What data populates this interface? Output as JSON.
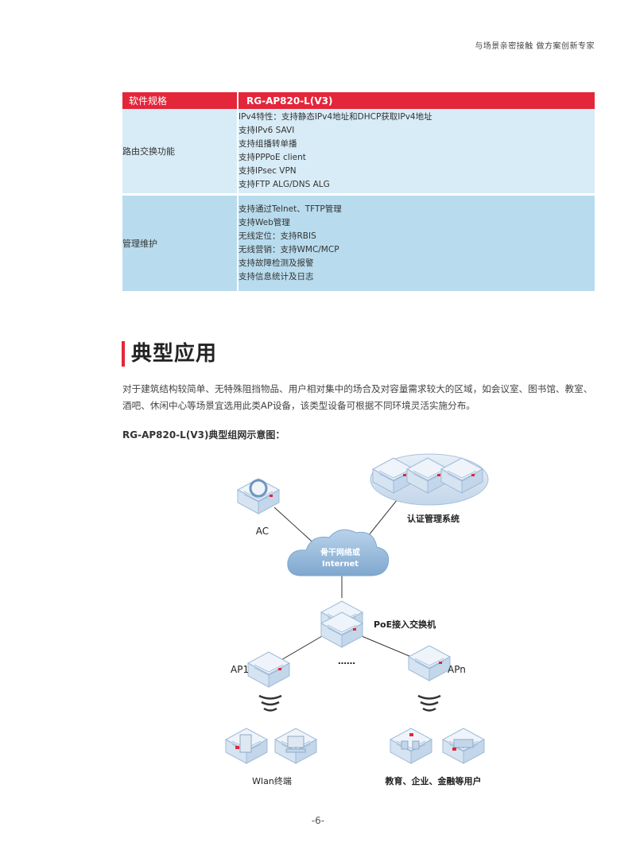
{
  "header": {
    "tagline": "与场景亲密接触 做方案创新专家"
  },
  "spec_table": {
    "header": {
      "label": "软件规格",
      "model": "RG-AP820-L(V3)"
    },
    "rows": [
      {
        "label": "路由交换功能",
        "lines": [
          "IPv4特性：支持静态IPv4地址和DHCP获取IPv4地址",
          "支持IPv6 SAVI",
          "支持组播转单播",
          "支持PPPoE client",
          "支持IPsec VPN",
          "支持FTP ALG/DNS ALG"
        ]
      },
      {
        "label": "管理维护",
        "lines": [
          "支持通过Telnet、TFTP管理",
          "支持Web管理",
          "无线定位：支持RBIS",
          "无线营销：支持WMC/MCP",
          "支持故障检测及报警",
          "支持信息统计及日志"
        ]
      }
    ]
  },
  "section": {
    "title": "典型应用",
    "paragraph": "对于建筑结构较简单、无特殊阻挡物品、用户相对集中的场合及对容量需求较大的区域，如会议室、图书馆、教室、酒吧、休闲中心等场景宜选用此类AP设备，该类型设备可根据不同环境灵活实施分布。",
    "diagram_caption": "RG-AP820-L(V3)典型组网示意图："
  },
  "diagram": {
    "ac": "AC",
    "auth": "认证管理系统",
    "cloud_line1": "骨干网络或",
    "cloud_line2": "Internet",
    "switch": "PoE接入交换机",
    "ap1": "AP1",
    "apn": "APn",
    "dots": "……",
    "wlan": "Wlan终端",
    "users": "教育、企业、金融等用户"
  },
  "footer": {
    "page_number": "-6-"
  }
}
